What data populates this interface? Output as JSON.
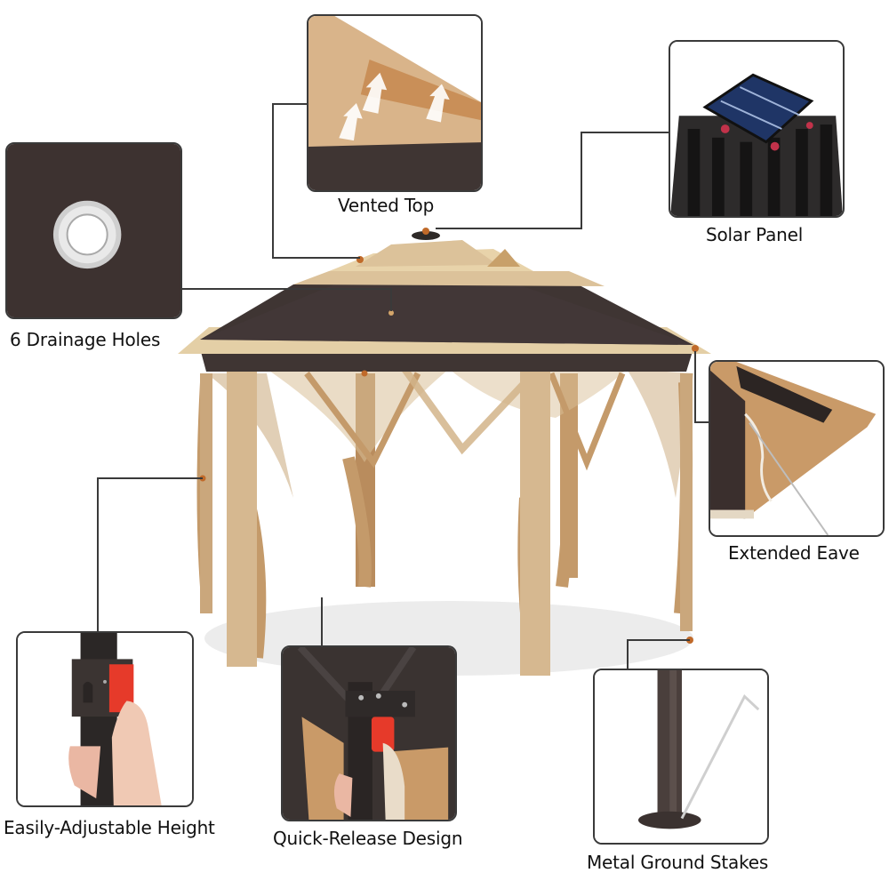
{
  "product": "Hexagonal pop-up gazebo with mosquito netting",
  "colors": {
    "roof_brown": "#3f3533",
    "canopy_tan": "#dcc29a",
    "leg_tan": "#d6b890",
    "netting": "#c9a77a",
    "connector_line": "#3a3a3a",
    "accent_red": "#e63a2a",
    "solar_blue": "#1f3566"
  },
  "callouts": [
    {
      "id": "vented-top",
      "label": "Vented Top",
      "icon": "vent-arrows-icon"
    },
    {
      "id": "solar-panel",
      "label": "Solar Panel",
      "icon": "solar-panel-icon"
    },
    {
      "id": "drainage-holes",
      "label": "6 Drainage Holes",
      "icon": "grommet-icon"
    },
    {
      "id": "extended-eave",
      "label": "Extended Eave",
      "icon": "eave-rope-icon"
    },
    {
      "id": "adjustable-height",
      "label": "Easily-Adjustable Height",
      "icon": "height-lock-icon"
    },
    {
      "id": "quick-release",
      "label": "Quick-Release Design",
      "icon": "quick-release-button-icon"
    },
    {
      "id": "ground-stakes",
      "label": "Metal Ground Stakes",
      "icon": "ground-stake-icon"
    }
  ]
}
